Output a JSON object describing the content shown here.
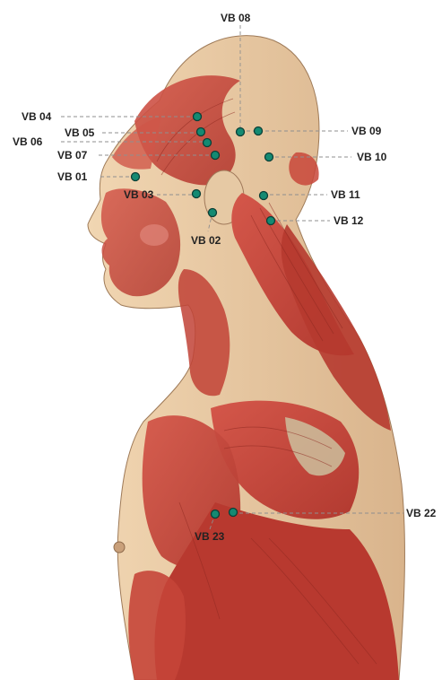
{
  "figure": {
    "subject": "lateral view of head, neck and upper torso with superficial musculature",
    "point_color": "#148a72",
    "muscle_color": "#c8473a",
    "skin_color": "#e9cba3"
  },
  "points": [
    {
      "id": "vb01",
      "label": "VB 01"
    },
    {
      "id": "vb02",
      "label": "VB 02"
    },
    {
      "id": "vb03",
      "label": "VB 03"
    },
    {
      "id": "vb04",
      "label": "VB 04"
    },
    {
      "id": "vb05",
      "label": "VB 05"
    },
    {
      "id": "vb06",
      "label": "VB 06"
    },
    {
      "id": "vb07",
      "label": "VB 07"
    },
    {
      "id": "vb08",
      "label": "VB 08"
    },
    {
      "id": "vb09",
      "label": "VB 09"
    },
    {
      "id": "vb10",
      "label": "VB 10"
    },
    {
      "id": "vb11",
      "label": "VB 11"
    },
    {
      "id": "vb12",
      "label": "VB 12"
    },
    {
      "id": "vb22",
      "label": "VB 22"
    },
    {
      "id": "vb23",
      "label": "VB 23"
    }
  ]
}
